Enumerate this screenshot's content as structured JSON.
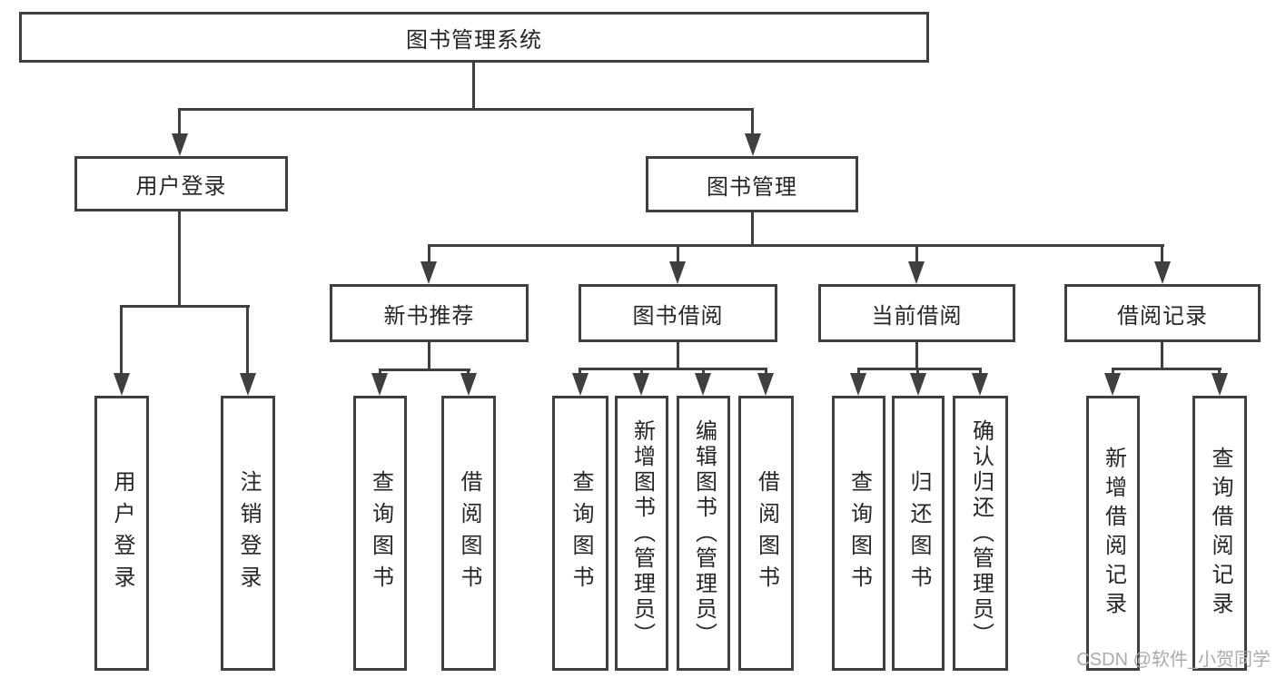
{
  "diagram": {
    "root": {
      "label": "图书管理系统"
    },
    "branches": [
      {
        "label": "用户登录",
        "children": [
          {
            "label": "用户登录"
          },
          {
            "label": "注销登录"
          }
        ]
      },
      {
        "label": "图书管理",
        "groups": [
          {
            "label": "新书推荐",
            "children": [
              {
                "label": "查询图书"
              },
              {
                "label": "借阅图书"
              }
            ]
          },
          {
            "label": "图书借阅",
            "children": [
              {
                "label": "查询图书"
              },
              {
                "label": "新增图书（管理员）"
              },
              {
                "label": "编辑图书（管理员）"
              },
              {
                "label": "借阅图书"
              }
            ]
          },
          {
            "label": "当前借阅",
            "children": [
              {
                "label": "查询图书"
              },
              {
                "label": "归还图书"
              },
              {
                "label": "确认归还（管理员）"
              }
            ]
          },
          {
            "label": "借阅记录",
            "children": [
              {
                "label": "新增借阅记录"
              },
              {
                "label": "查询借阅记录"
              }
            ]
          }
        ]
      }
    ],
    "watermark": "CSDN @软件_小贺同学",
    "colors": {
      "line": "#3f3f3f",
      "text": "#262626",
      "watermark": "#ababab",
      "background": "#ffffff"
    }
  }
}
